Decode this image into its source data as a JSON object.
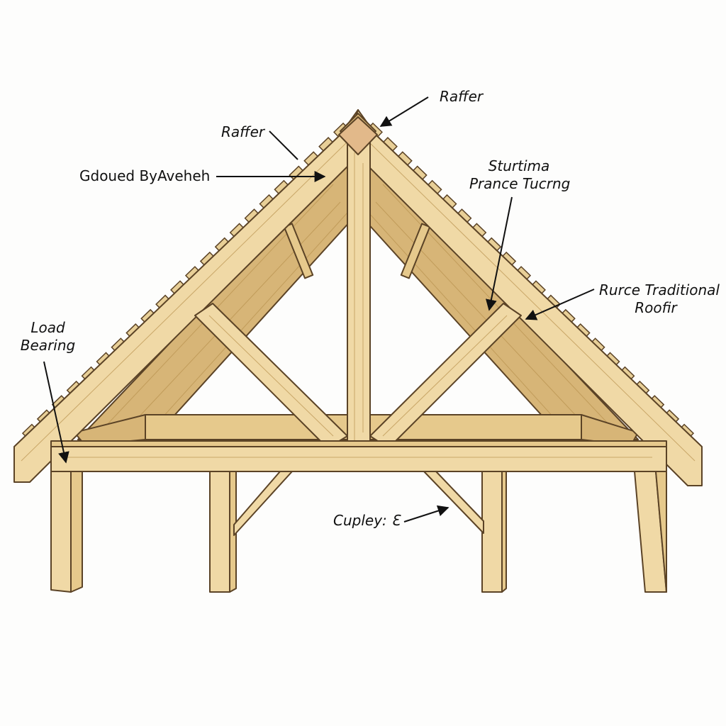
{
  "labels": {
    "rafter_top": "Raffer",
    "rafter_left": "Raffer",
    "gdoued": "Gdoued ByAveheh",
    "sturtima_line1": "Sturtima",
    "sturtima_line2": "Prance Tucrng",
    "rurce_line1": "Rurce Traditional",
    "rurce_line2": "Roofir",
    "load_line1": "Load",
    "load_line2": "Bearing",
    "cupley": "Cupley: Ɛ"
  },
  "colors": {
    "wood_light": "#f0d9a6",
    "wood_mid": "#e6c98c",
    "wood_dark": "#d7b577",
    "outline": "#5b4326",
    "background": "#fdfdfc"
  }
}
